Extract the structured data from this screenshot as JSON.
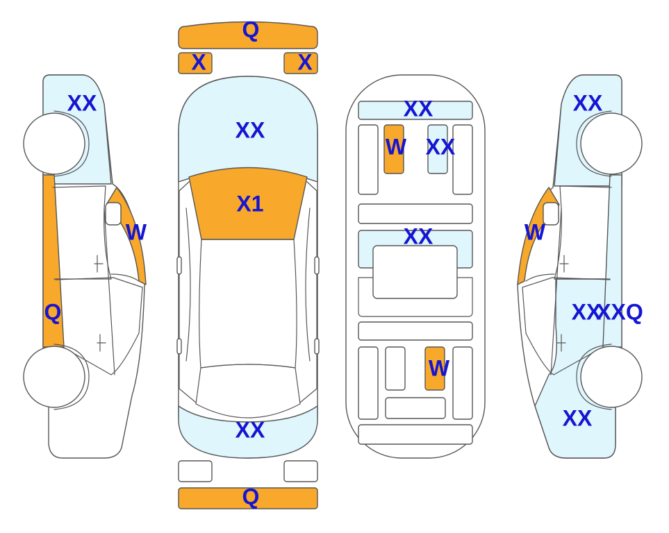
{
  "colors": {
    "damage_fill": "#F8A82A",
    "light_fill": "#DFF6FC",
    "label_color": "#1515D2",
    "outline": "#555555"
  },
  "labels": {
    "front_bumper": "Q",
    "headlight_left": "X",
    "headlight_right": "X",
    "hood": "XX",
    "windshield": "X1",
    "trunk_lid": "XX",
    "rear_bumper": "Q",
    "interior_dashboard": "XX",
    "interior_driver_seat": "W",
    "interior_passenger_seat": "XX",
    "interior_mid_console": "XX",
    "interior_rear_seat": "W",
    "left_front_fender": "XX",
    "left_a_pillar": "W",
    "left_rocker": "Q",
    "right_front_fender": "XX",
    "right_a_pillar": "W",
    "right_door": "XX",
    "right_rocker": "XXQ",
    "right_rear_quarter": "XX"
  }
}
